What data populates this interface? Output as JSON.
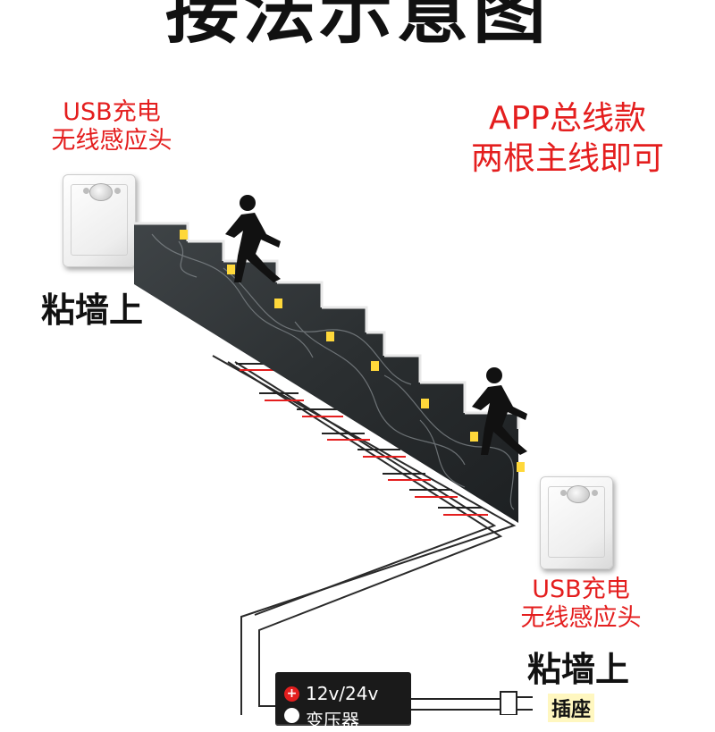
{
  "title": "接法示意图",
  "left_sensor": {
    "label_line1": "USB充电",
    "label_line2": "无线感应头",
    "mount": "粘墙上"
  },
  "app_note": {
    "line1": "APP总线款",
    "line2": "两根主线即可"
  },
  "right_sensor": {
    "label_line1": "USB充电",
    "label_line2": "无线感应头",
    "mount": "粘墙上"
  },
  "power_supply": {
    "voltage": "12v/24v",
    "name": "变压器"
  },
  "socket_label": "插座",
  "colors": {
    "title": "#111111",
    "red_text": "#e41e1e",
    "wire_red": "#e41e1e",
    "wire_black": "#222222",
    "led": "#ffd83a"
  },
  "icons": [
    "walking-person-icon",
    "sensor-icon",
    "plug-icon"
  ]
}
